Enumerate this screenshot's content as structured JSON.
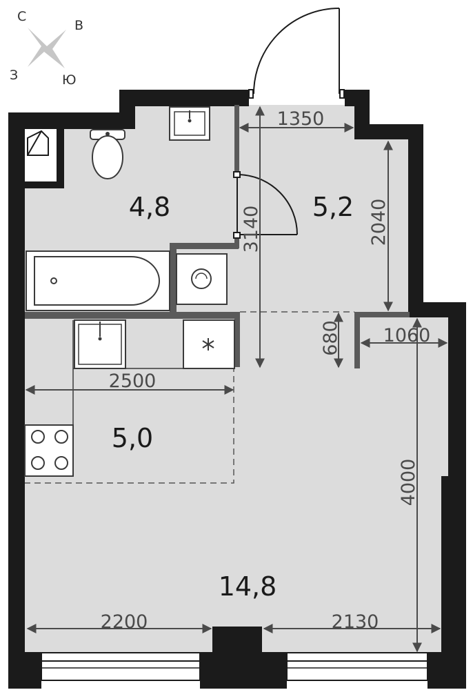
{
  "colors": {
    "wall": "#1b1b1b",
    "floor": "#dcdcdc",
    "partition": "#5a5a5a",
    "dimension": "#4a4a4a",
    "fixture_fill": "#ffffff",
    "fixture_stroke": "#3a3a3a"
  },
  "compass": {
    "north": "С",
    "east": "В",
    "west": "З",
    "south": "Ю"
  },
  "rooms": [
    {
      "id": "bathroom",
      "area": "4,8"
    },
    {
      "id": "hall",
      "area": "5,2"
    },
    {
      "id": "kitchen",
      "area": "5,0"
    },
    {
      "id": "living",
      "area": "14,8"
    }
  ],
  "dimensions": [
    {
      "id": "hall-width",
      "value": "1350"
    },
    {
      "id": "hall-depth",
      "value": "2040"
    },
    {
      "id": "apartment-depth",
      "value": "3140"
    },
    {
      "id": "niche-depth",
      "value": "680"
    },
    {
      "id": "niche-width",
      "value": "1060"
    },
    {
      "id": "kitchen-width",
      "value": "2500"
    },
    {
      "id": "living-depth",
      "value": "4000"
    },
    {
      "id": "window-left-width",
      "value": "2200"
    },
    {
      "id": "window-right-width",
      "value": "2130"
    }
  ],
  "fixtures": [
    "toilet",
    "sink",
    "bathtub",
    "washing-machine",
    "kitchen-sink",
    "refrigerator",
    "stove",
    "entrance-door",
    "bathroom-door",
    "window"
  ]
}
